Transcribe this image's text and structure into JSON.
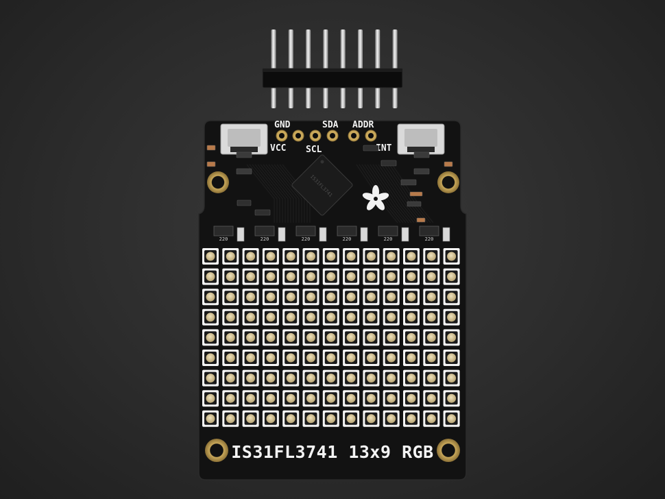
{
  "board": {
    "title": "IS31FL3741 13x9 RGB",
    "pins": {
      "gnd": "GND",
      "sda": "SDA",
      "addr": "ADDR",
      "vcc": "VCC",
      "scl": "SCL",
      "int": "INT"
    },
    "chip_marking": "IS31FL3741",
    "resistor_label": "220",
    "colors": {
      "pcb": "#121212",
      "silkscreen": "#f2f2f2",
      "gold": "#c9a85a",
      "led_pad": "#d8c9a0",
      "background": "#2e2e2e"
    },
    "led_matrix": {
      "columns": 13,
      "rows": 9
    },
    "header_pin_count": 8
  }
}
